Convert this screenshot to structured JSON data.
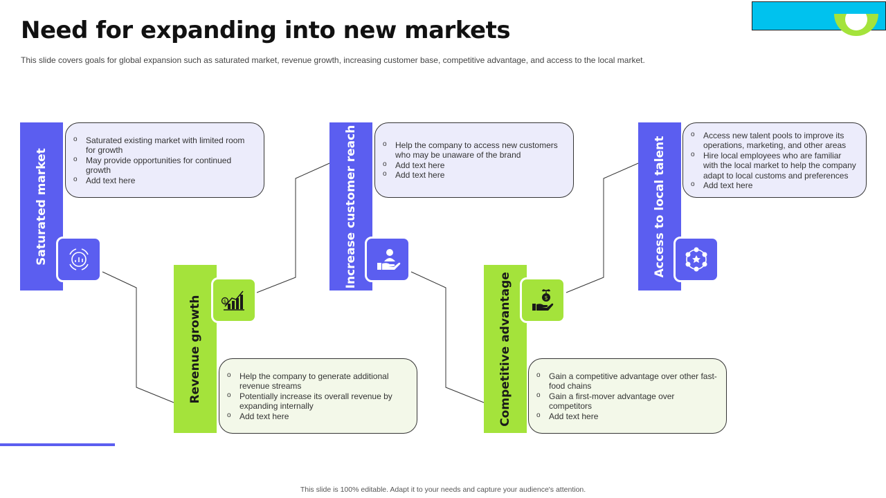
{
  "title": "Need for expanding into new markets",
  "subtitle": "This slide covers goals for global expansion such as saturated market, revenue growth, increasing customer base, competitive advantage, and access to the local market.",
  "footer": "This slide is 100% editable. Adapt it to your needs and capture your audience's attention.",
  "colors": {
    "blue": "#5b5ef0",
    "green": "#a4e33b",
    "cyan": "#00c2ee",
    "card_blue": "#ececfb",
    "card_green": "#f3f8e9"
  },
  "items": [
    {
      "label": "Saturated market",
      "color": "blue",
      "icon": "market-cycle-icon",
      "bullets": [
        "Saturated existing market with limited room for growth",
        "May provide opportunities for continued growth",
        "Add text here"
      ]
    },
    {
      "label": "Revenue growth",
      "color": "green",
      "icon": "revenue-chart-icon",
      "bullets": [
        "Help the company to generate additional revenue streams",
        "Potentially increase its overall revenue by expanding internally",
        "Add text here"
      ]
    },
    {
      "label": "Increase customer reach",
      "color": "blue",
      "icon": "customer-hand-icon",
      "bullets": [
        "Help the company to access new customers who may be unaware of the brand",
        "Add text here",
        "Add text here"
      ]
    },
    {
      "label": "Competitive advantage",
      "color": "green",
      "icon": "money-plant-hand-icon",
      "bullets": [
        "Gain a competitive advantage over other fast-food chains",
        "Gain a first-mover advantage over competitors",
        "Add text here"
      ]
    },
    {
      "label": "Access to local talent",
      "color": "blue",
      "icon": "talent-network-icon",
      "bullets": [
        "Access new talent pools to improve its operations, marketing, and other areas",
        "Hire local employees who are familiar with the local market to help the company adapt to local customs and preferences",
        "Add text here"
      ]
    }
  ]
}
